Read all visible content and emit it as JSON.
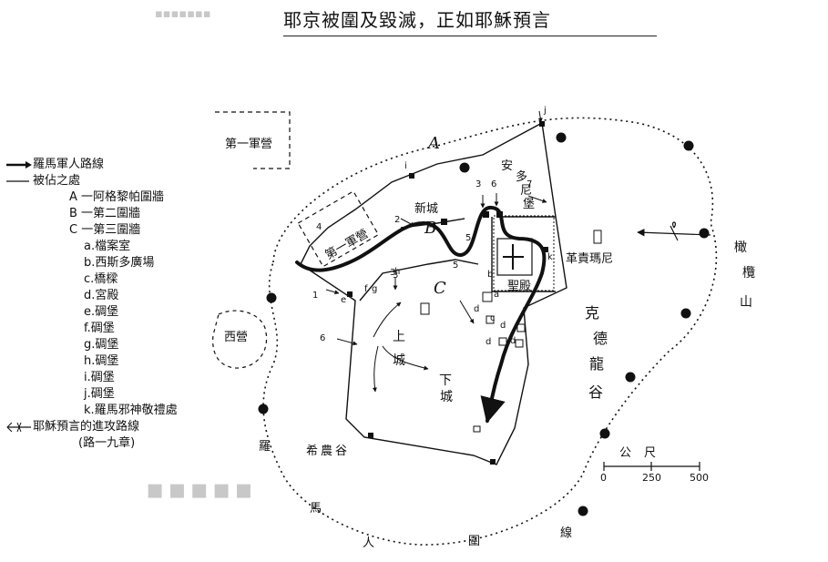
{
  "title": "耶京被圍及毀滅，正如耶穌預言",
  "legend": {
    "route_roman": "羅馬軍人路線",
    "occupied": "被佔之處",
    "wall_a": "A 一阿格黎帕圍牆",
    "wall_b": "B 一第二圍牆",
    "wall_c": "C 一第三圍牆",
    "items": [
      "a.檔案室",
      "b.西斯多廣場",
      "c.橋樑",
      "d.宮殿",
      "e.碉堡",
      "f.碉堡",
      "g.碉堡",
      "h.碉堡",
      "i.碉堡",
      "j.碉堡",
      "k.羅馬邪神敬禮處"
    ],
    "prophecy_route": "耶穌預言的進攻路線",
    "prophecy_ref": "(路一九章)"
  },
  "labels": {
    "camp1": "第一軍營",
    "camp2": "第一軍營",
    "west_camp": "西營",
    "new_city": "新城",
    "antonia": "安多尼堡",
    "temple": "聖殿",
    "gethsemane": "革責瑪尼",
    "kidron": "克德龍谷",
    "olives": "橄欖山",
    "upper_city": "上城",
    "lower_city": "下城",
    "hinnom": "希農谷",
    "roman_line": "羅馬人圍線",
    "wall_letter_a": "A",
    "wall_letter_b": "B",
    "wall_letter_c": "C",
    "scale_unit": "公尺",
    "scale_ticks": [
      "0",
      "250",
      "500"
    ]
  },
  "point_labels": [
    "a",
    "b",
    "c",
    "d",
    "d",
    "d",
    "d",
    "e",
    "f",
    "g",
    "h",
    "j",
    "k",
    "i"
  ],
  "route_numbers": [
    "1",
    "2",
    "3",
    "3",
    "4",
    "5",
    "5",
    "6",
    "7",
    "3",
    "6"
  ],
  "colors": {
    "ink": "#111111",
    "ghost": "#c8c8c8",
    "background": "#ffffff"
  }
}
